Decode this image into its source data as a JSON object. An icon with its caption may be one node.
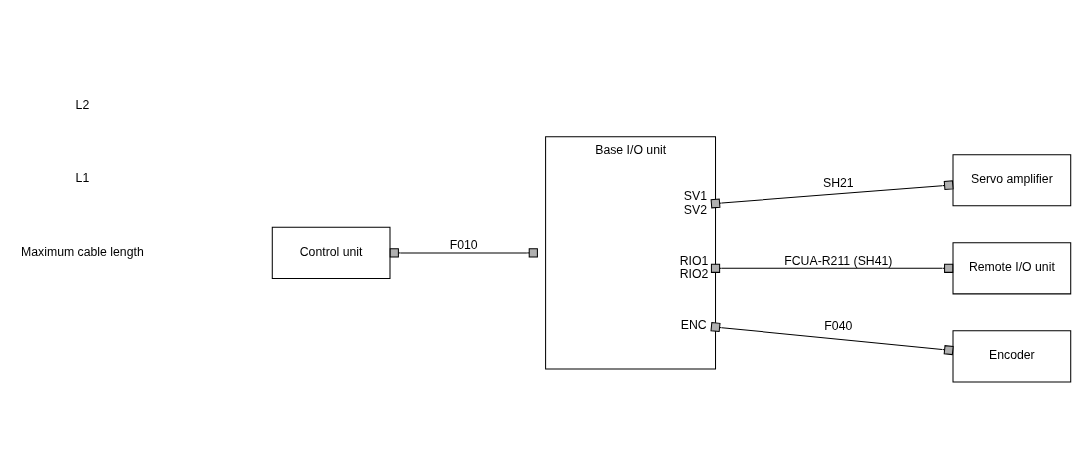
{
  "diagram": {
    "nodes": [
      {
        "text": [
          "Control unit"
        ]
      },
      {
        "text": [
          "Base I/O unit",
          "SV1",
          "SV2",
          "RIO1",
          "RIO2",
          "ENC"
        ]
      },
      {
        "text": [
          "Servo amplifier"
        ]
      },
      {
        "text": [
          "Remote I/O unit"
        ]
      },
      {
        "text": [
          "Encoder"
        ]
      }
    ],
    "edges": [
      {
        "from": 0,
        "to": 1,
        "arrow": "other",
        "label": "F010"
      },
      {
        "from": 1,
        "to": 2,
        "arrow": "other",
        "label": "SH21"
      },
      {
        "from": 1,
        "to": 3,
        "arrow": "other",
        "label": "FCUA-R211 (SH41)"
      },
      {
        "from": 1,
        "to": 4,
        "arrow": "other",
        "label": "F040"
      }
    ],
    "labels": [
      "Maximum cable length",
      "L1",
      "L2"
    ]
  }
}
